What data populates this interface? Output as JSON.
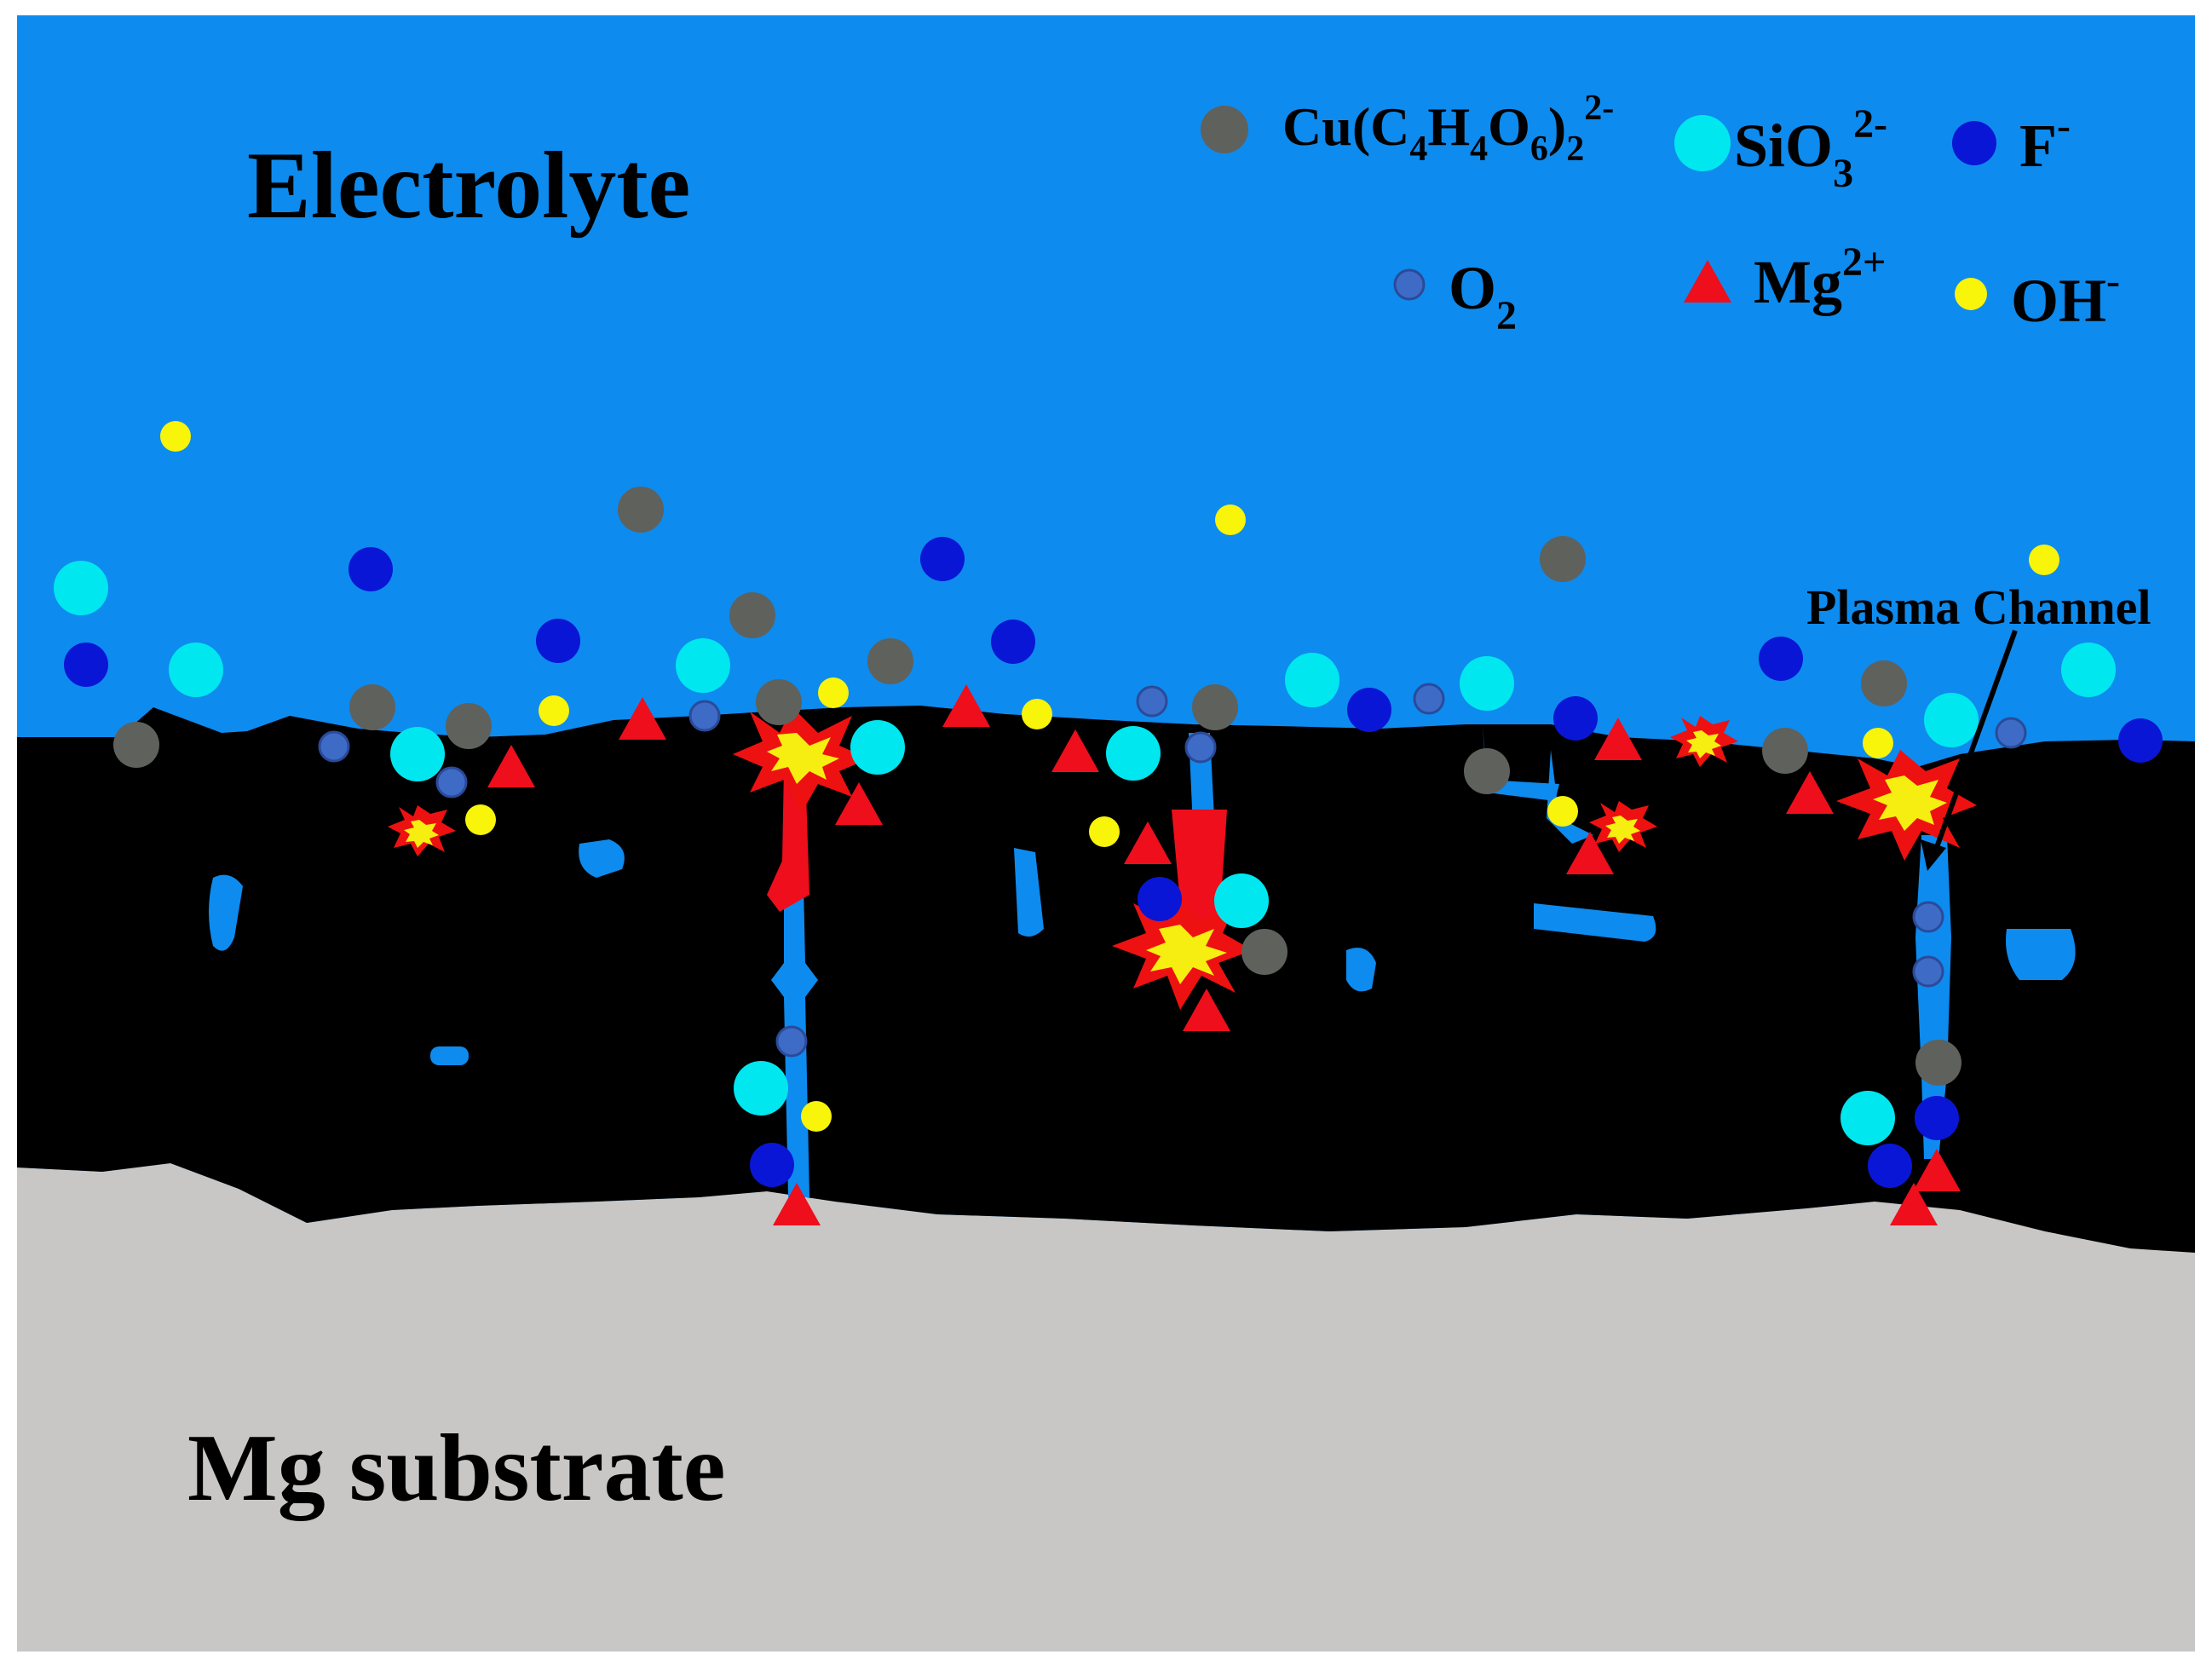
{
  "regions": {
    "electrolyte_label": "Electrolyte",
    "substrate_label": "Mg substrate"
  },
  "annotation": {
    "plasma_channel": "Plasma Channel"
  },
  "legend": {
    "cu_tartrate": {
      "prefix": "Cu(C",
      "s1": "4",
      "mid1": "H",
      "s2": "4",
      "mid2": "O",
      "s3": "6",
      "close": ")",
      "s4": "2",
      "charge": "2-"
    },
    "silicate": {
      "base": "SiO",
      "sub": "3",
      "charge": "2-"
    },
    "fluoride": {
      "base": "F",
      "charge": "-"
    },
    "oxygen": {
      "base": "O",
      "sub": "2"
    },
    "magnesium": {
      "base": "Mg",
      "charge": "2+"
    },
    "hydroxide": {
      "base": "OH",
      "charge": "-"
    }
  },
  "colors": {
    "electrolyte": "#0e8bee",
    "coating": "#000000",
    "substrate": "#c8c7c5",
    "cu_tartrate": "#5f615c",
    "silicate": "#00e7f0",
    "fluoride": "#0a16d6",
    "oxygen": "#3e6bc6",
    "magnesium": "#ee0e1c",
    "hydroxide": "#f8f40a",
    "spark_outer": "#ee1111",
    "spark_inner": "#f5ee10"
  }
}
